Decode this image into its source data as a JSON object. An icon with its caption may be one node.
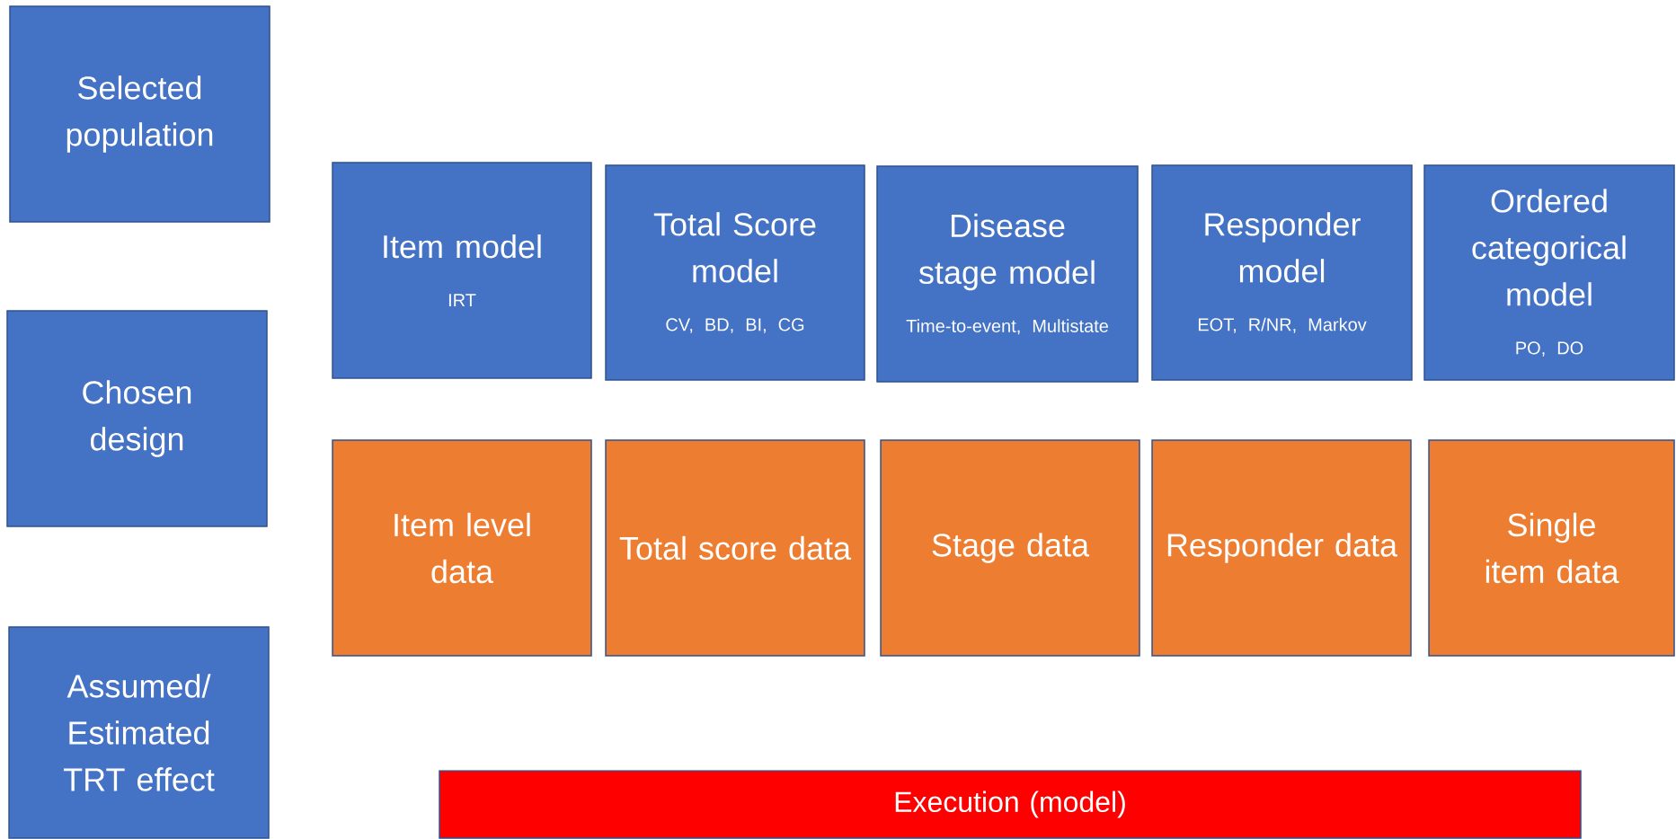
{
  "diagram": {
    "nodes": [
      {
        "text": [
          "Selected population"
        ]
      },
      {
        "text": [
          "Item model",
          "IRT"
        ]
      },
      {
        "text": [
          "Total Score model",
          "CV, BD, BI, CG"
        ]
      },
      {
        "text": [
          "Disease stage model",
          "Time-to-event, Multistate"
        ]
      },
      {
        "text": [
          "Responder model",
          "EOT, R/NR, Markov"
        ]
      },
      {
        "text": [
          "Ordered categorical model",
          "PO, DO"
        ]
      },
      {
        "text": [
          "Chosen design"
        ]
      },
      {
        "text": [
          "Item level data"
        ]
      },
      {
        "text": [
          "Total score data"
        ]
      },
      {
        "text": [
          "Stage data"
        ]
      },
      {
        "text": [
          "Responder data"
        ]
      },
      {
        "text": [
          "Single item data"
        ]
      },
      {
        "text": [
          "Assumed/ Estimated TRT effect"
        ]
      },
      {
        "text": [
          "Execution (model)"
        ]
      }
    ]
  }
}
